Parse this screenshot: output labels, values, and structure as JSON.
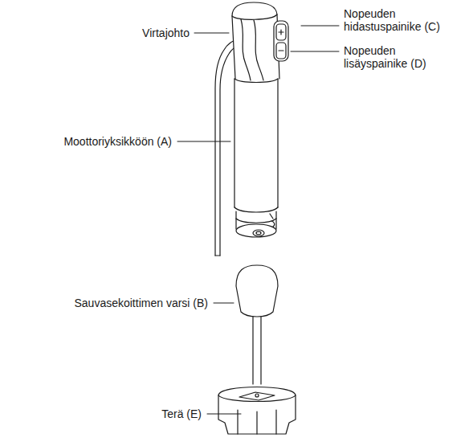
{
  "diagram": {
    "labels": [
      "Virtajohto",
      "Nopeuden hidastuspainike (C)",
      "Nopeuden lisäyspainike (D)",
      "Moottoriyksikköön (A)",
      "Sauvasekoittimen varsi (B)",
      "Terä (E)"
    ]
  }
}
